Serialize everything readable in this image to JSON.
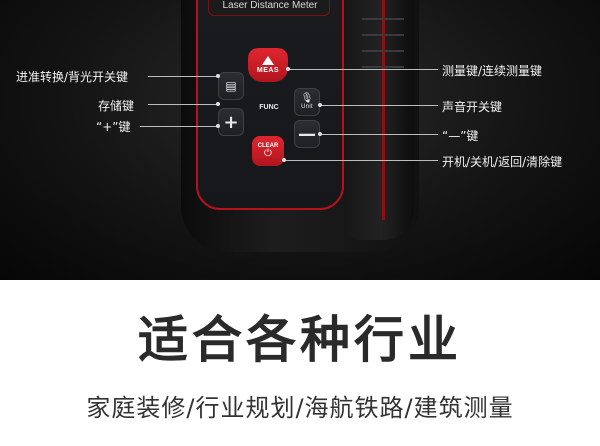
{
  "device": {
    "label": "Laser Distance Meter",
    "buttons": {
      "meas": "MEAS",
      "func": "FUNC",
      "unit": "Unit",
      "plus": "+",
      "minus": "—",
      "clear": "CLEAR"
    }
  },
  "callouts": {
    "left": [
      "进准转换/背光开关键",
      "存储键",
      "“+”键"
    ],
    "right": [
      "测量键/连续测量键",
      "声音开关键",
      "“—”键",
      "开机/关机/返回/清除键"
    ]
  },
  "headline": "适合各种行业",
  "subline": "家庭装修/行业规划/海航铁路/建筑测量",
  "colors": {
    "accent": "#d11f28",
    "background_dark": "#111111",
    "text_dark": "#2a2a2a"
  }
}
